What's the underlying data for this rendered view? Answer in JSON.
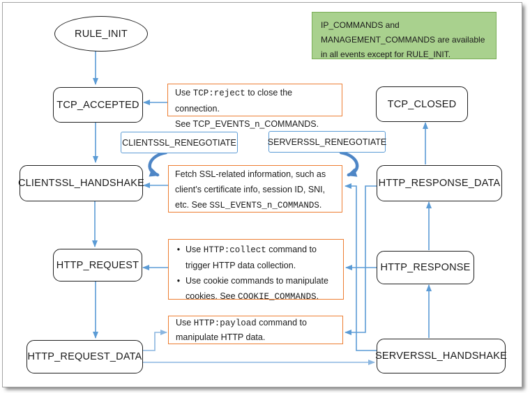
{
  "diagram": {
    "nodes": {
      "rule_init": "RULE_INIT",
      "tcp_accepted": "TCP_ACCEPTED",
      "clientssl_handshake": "CLIENTSSL_HANDSHAKE",
      "http_request": "HTTP_REQUEST",
      "http_request_data": "HTTP_REQUEST_DATA",
      "tcp_closed": "TCP_CLOSED",
      "http_response_data": "HTTP_RESPONSE_DATA",
      "http_response": "HTTP_RESPONSE",
      "serverssl_handshake": "SERVERSSL_HANDSHAKE",
      "clientssl_renegotiate": "CLIENTSSL_RENEGOTIATE",
      "serverssl_renegotiate": "SERVERSSL_RENEGOTIATE"
    },
    "notes": {
      "green": "IP_COMMANDS and MANAGEMENT_COMMANDS are available in all events except for RULE_INIT.",
      "tcp": {
        "p1": "Use ",
        "code1": "TCP:reject",
        "p2": " to close the connection.",
        "p3": "See TCP_EVENTS_n_COMMANDS."
      },
      "ssl": {
        "p1": "Fetch SSL-related information, such as client’s certificate info, session ID, SNI, etc. See ",
        "code1": "SSL_EVENTS_n_COMMANDS",
        "p2": "."
      },
      "http_collect": {
        "bullet_glyph": "•",
        "bullet1": {
          "p1": "Use ",
          "code1": "HTTP:collect",
          "p2": " command to trigger HTTP data collection."
        },
        "bullet2": {
          "p1": "Use cookie commands to manipulate cookies. See ",
          "code1": "COOKIE_COMMANDS",
          "p2": "."
        }
      },
      "http_payload": {
        "p1": "Use ",
        "code1": "HTTP:payload",
        "p2": " command to manipulate HTTP data."
      }
    },
    "colors": {
      "arrow_blue": "#5B9BD5",
      "arrow_light_blue": "#8AB6E0",
      "curved_arrow_blue": "#4E86C6",
      "note_border_orange": "#ED7D31",
      "event_border_blue": "#5B9BD5",
      "green_fill": "#A9D18E",
      "green_border": "#7AAE58",
      "node_border_black": "#1F1F1F"
    }
  }
}
